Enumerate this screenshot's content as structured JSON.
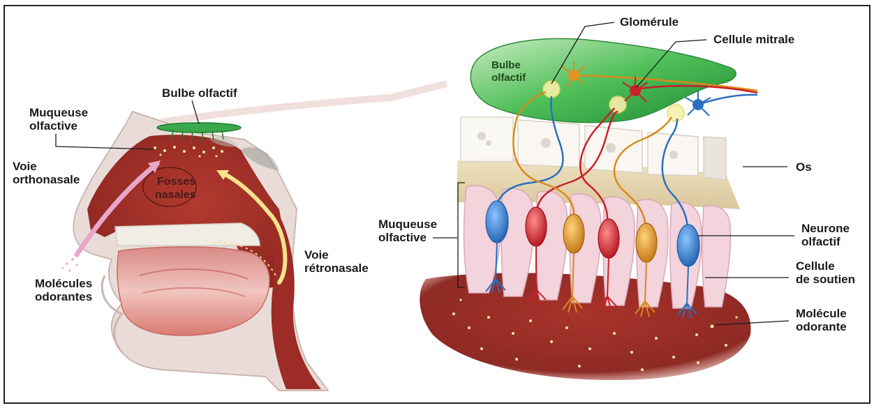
{
  "left_panel": {
    "labels": {
      "bulbe_olfactif": "Bulbe olfactif",
      "muqueuse_olfactive_l1": "Muqueuse",
      "muqueuse_olfactive_l2": "olfactive",
      "voie_orthonasale_l1": "Voie",
      "voie_orthonasale_l2": "orthonasale",
      "fosses_nasales_l1": "Fosses",
      "fosses_nasales_l2": "nasales",
      "voie_retronasale_l1": "Voie",
      "voie_retronasale_l2": "rétronasale",
      "molecules_odorantes_l1": "Molécules",
      "molecules_odorantes_l2": "odorantes"
    }
  },
  "right_panel": {
    "labels": {
      "glomerule": "Glomérule",
      "cellule_mitrale": "Cellule mitrale",
      "bulbe_olfactif_l1": "Bulbe",
      "bulbe_olfactif_l2": "olfactif",
      "os": "Os",
      "muqueuse_olfactive_l1": "Muqueuse",
      "muqueuse_olfactive_l2": "olfactive",
      "neurone_olfactif_l1": "Neurone",
      "neurone_olfactif_l2": "olfactif",
      "cellule_de_soutien_l1": "Cellule",
      "cellule_de_soutien_l2": "de soutien",
      "molecule_odorante_l1": "Molécule",
      "molecule_odorante_l2": "odorante"
    },
    "neuron_colors": [
      "#2a6fc0",
      "#c8202a",
      "#d98a1a",
      "#c8202a",
      "#d98a1a",
      "#2a6fc0"
    ]
  },
  "colors": {
    "tissue_red": "#a8332b",
    "tissue_pink": "#f3d3dc",
    "bulb_green": "#3aa84a",
    "bone": "#f2e4c4",
    "frame": "#222222"
  }
}
